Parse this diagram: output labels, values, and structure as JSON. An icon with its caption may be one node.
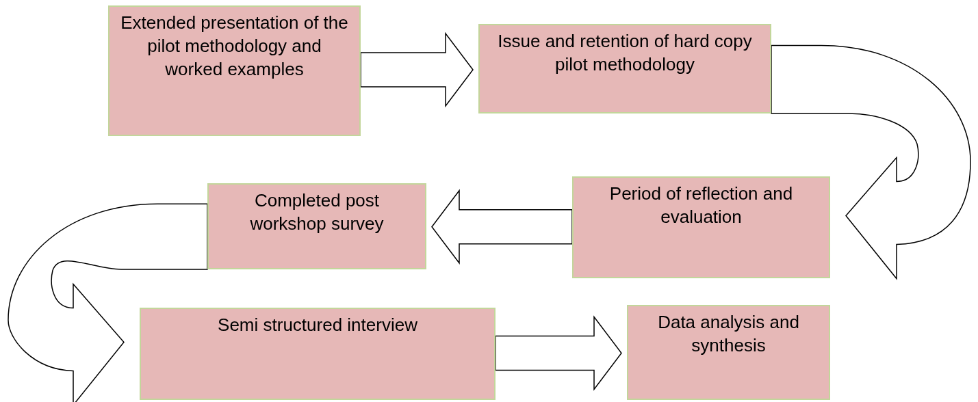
{
  "diagram": {
    "nodes": [
      {
        "text": [
          "Extended presentation of the pilot methodology and worked examples"
        ]
      },
      {
        "text": [
          "Issue and retention of hard copy pilot methodology"
        ]
      },
      {
        "text": [
          "Period of reflection and evaluation"
        ]
      },
      {
        "text": [
          "Completed post workshop survey"
        ]
      },
      {
        "text": [
          "Semi structured interview"
        ]
      },
      {
        "text": [
          "Data analysis and synthesis"
        ]
      }
    ],
    "edges": [
      {
        "from": 0,
        "to": 1,
        "arrow": "to"
      },
      {
        "from": 1,
        "to": 2,
        "arrow": "to"
      },
      {
        "from": 2,
        "to": 3,
        "arrow": "to"
      },
      {
        "from": 3,
        "to": 4,
        "arrow": "to"
      },
      {
        "from": 4,
        "to": 5,
        "arrow": "to"
      }
    ]
  }
}
